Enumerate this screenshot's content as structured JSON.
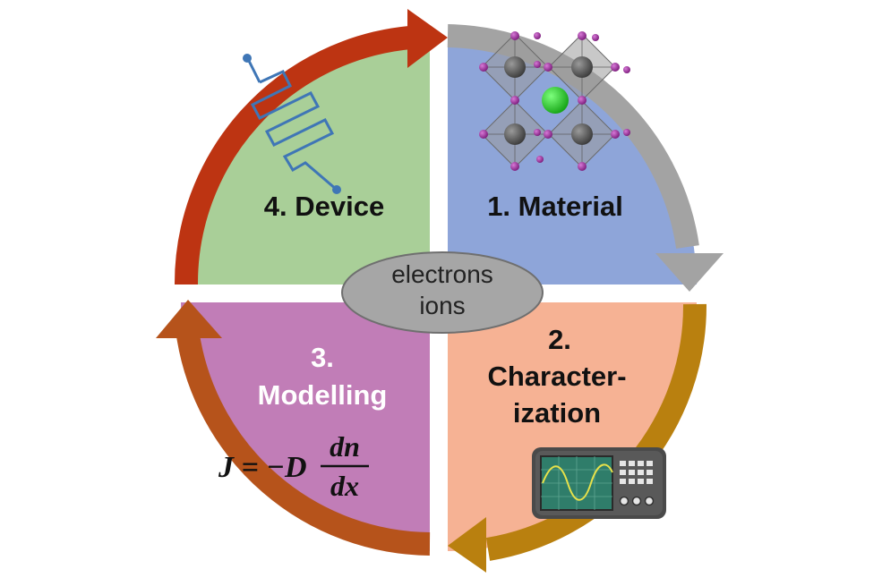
{
  "quadrants": {
    "material": {
      "label": "1. Material",
      "fill": "#8ea5d9"
    },
    "characterization": {
      "line1": "2.",
      "line2": "Character-",
      "line3": "ization",
      "fill": "#f6b294"
    },
    "modelling": {
      "line1": "3.",
      "line2": "Modelling",
      "fill": "#c17db7"
    },
    "device": {
      "label": "4. Device",
      "fill": "#a9cf98"
    }
  },
  "center": {
    "line1": "electrons",
    "line2": "ions",
    "fill": "#a6a6a6"
  },
  "equation": {
    "lhs": "J = −D",
    "numerator": "dn",
    "denominator": "dx"
  },
  "arrows": {
    "material_to_characterization": "#a3a3a3",
    "characterization_to_modelling": "#b9800f",
    "modelling_to_device": "#b6531b",
    "device_to_material": "#bd3412"
  },
  "icons": [
    "perovskite-crystal-icon",
    "oscilloscope-icon",
    "resistor-icon"
  ]
}
